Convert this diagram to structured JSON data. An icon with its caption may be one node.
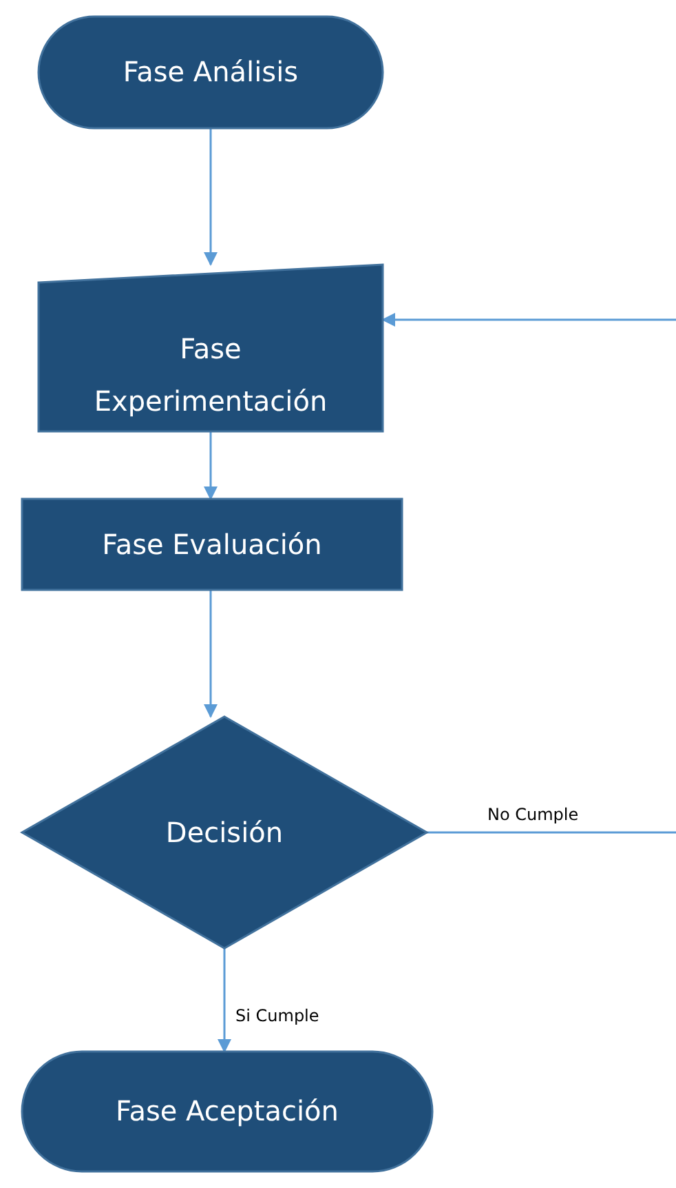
{
  "diagram": {
    "nodes": [
      {
        "text": [
          "Fase Análisis"
        ]
      },
      {
        "text": [
          "Fase Experimentación"
        ]
      },
      {
        "text": [
          "Fase Evaluación"
        ]
      },
      {
        "text": [
          "Decisión"
        ]
      },
      {
        "text": [
          "Fase Aceptación"
        ]
      }
    ],
    "edges": [
      {
        "from": 0,
        "to": 1,
        "arrow": "to"
      },
      {
        "from": 1,
        "to": 2,
        "arrow": "to"
      },
      {
        "from": 2,
        "to": 3,
        "arrow": "to"
      },
      {
        "from": 3,
        "to": 4,
        "arrow": "to",
        "label": "Si Cumple"
      },
      {
        "from": 3,
        "to": null,
        "arrow": "none",
        "label": "No Cumple"
      },
      {
        "from": null,
        "to": 1,
        "arrow": "to"
      }
    ]
  }
}
